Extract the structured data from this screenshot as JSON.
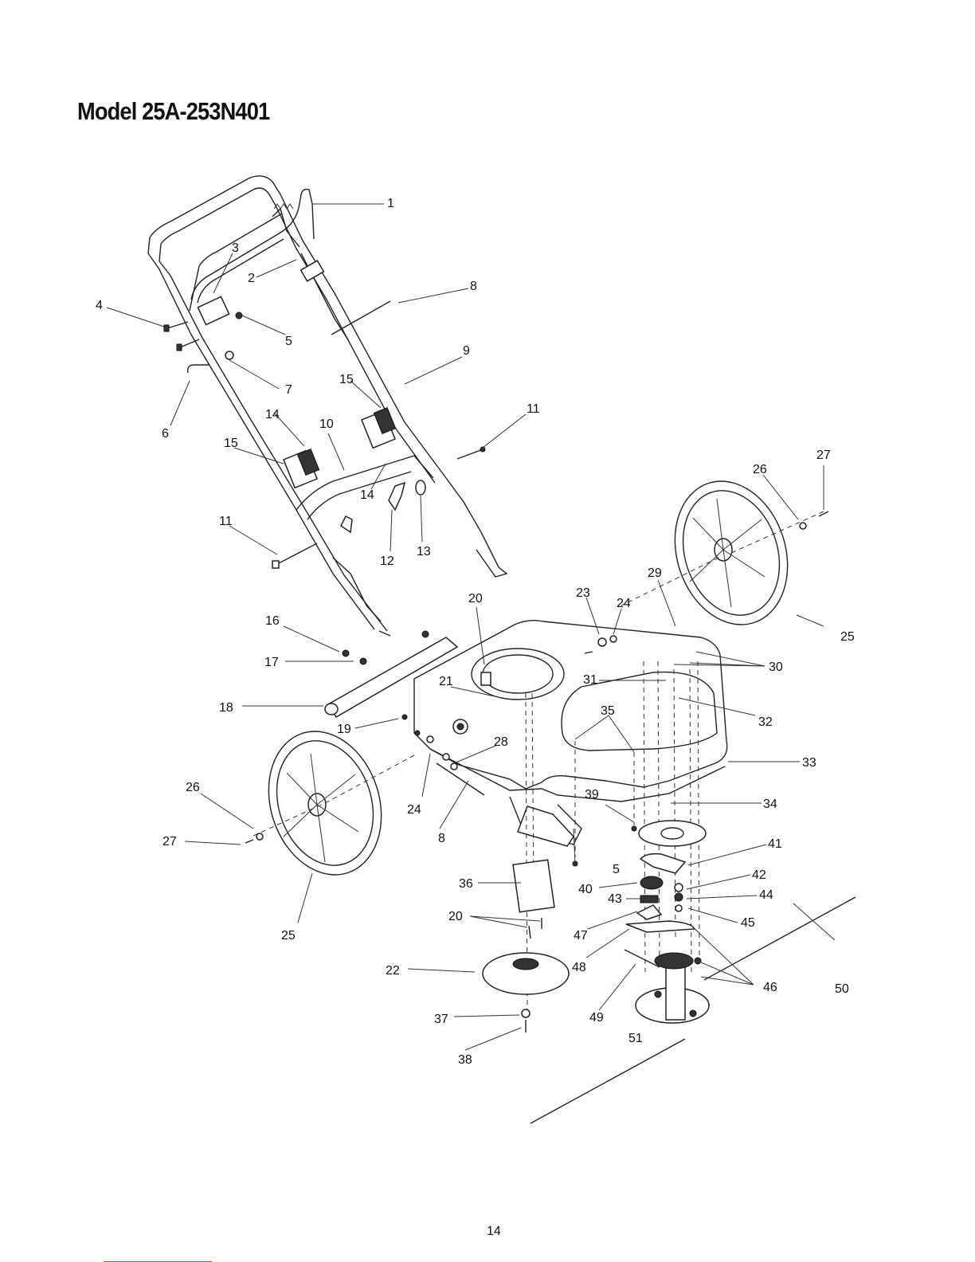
{
  "title": "Model 25A-253N401",
  "page_number": "14",
  "callouts": [
    {
      "n": "1"
    },
    {
      "n": "2"
    },
    {
      "n": "3"
    },
    {
      "n": "4"
    },
    {
      "n": "5"
    },
    {
      "n": "5"
    },
    {
      "n": "6"
    },
    {
      "n": "7"
    },
    {
      "n": "8"
    },
    {
      "n": "8"
    },
    {
      "n": "9"
    },
    {
      "n": "10"
    },
    {
      "n": "11"
    },
    {
      "n": "11"
    },
    {
      "n": "12"
    },
    {
      "n": "13"
    },
    {
      "n": "14"
    },
    {
      "n": "14"
    },
    {
      "n": "15"
    },
    {
      "n": "15"
    },
    {
      "n": "16"
    },
    {
      "n": "17"
    },
    {
      "n": "18"
    },
    {
      "n": "19"
    },
    {
      "n": "20"
    },
    {
      "n": "20"
    },
    {
      "n": "21"
    },
    {
      "n": "22"
    },
    {
      "n": "23"
    },
    {
      "n": "24"
    },
    {
      "n": "24"
    },
    {
      "n": "25"
    },
    {
      "n": "25"
    },
    {
      "n": "26"
    },
    {
      "n": "26"
    },
    {
      "n": "27"
    },
    {
      "n": "27"
    },
    {
      "n": "28"
    },
    {
      "n": "29"
    },
    {
      "n": "30"
    },
    {
      "n": "31"
    },
    {
      "n": "32"
    },
    {
      "n": "33"
    },
    {
      "n": "34"
    },
    {
      "n": "35"
    },
    {
      "n": "36"
    },
    {
      "n": "37"
    },
    {
      "n": "38"
    },
    {
      "n": "39"
    },
    {
      "n": "40"
    },
    {
      "n": "41"
    },
    {
      "n": "42"
    },
    {
      "n": "43"
    },
    {
      "n": "44"
    },
    {
      "n": "45"
    },
    {
      "n": "46"
    },
    {
      "n": "47"
    },
    {
      "n": "48"
    },
    {
      "n": "49"
    },
    {
      "n": "50"
    },
    {
      "n": "51"
    }
  ]
}
